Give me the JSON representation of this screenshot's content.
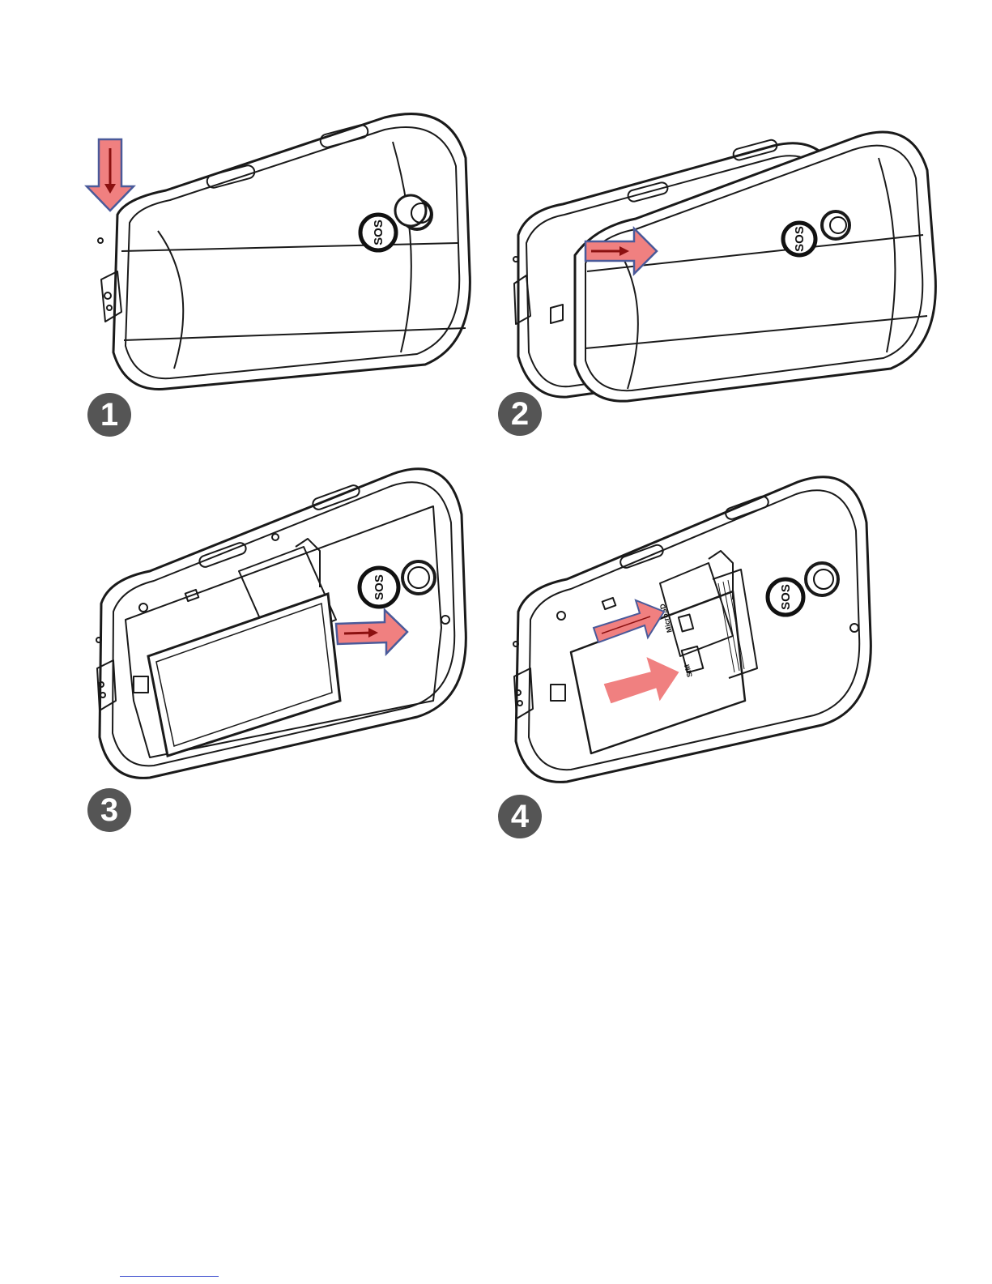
{
  "steps": [
    {
      "number": "1",
      "sos_label": "SOS"
    },
    {
      "number": "2",
      "sos_label": "SOS"
    },
    {
      "number": "3",
      "sos_label": "SOS"
    },
    {
      "number": "4",
      "sos_label": "SOS",
      "card_labels": [
        "MicroSD",
        "SIM"
      ]
    }
  ],
  "colors": {
    "arrow_fill": "#f08080",
    "arrow_stroke": "#4a5a9a",
    "inner_arrow": "#8b1010",
    "badge": "#555555",
    "line": "#1a1a1a"
  },
  "icons": [
    "down-arrow-icon",
    "right-arrow-icon",
    "step-number-badge"
  ]
}
